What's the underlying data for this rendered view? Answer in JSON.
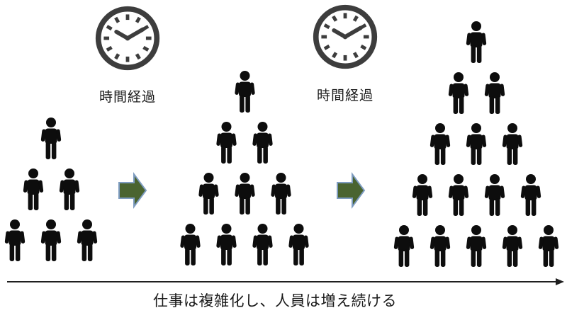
{
  "diagram": {
    "clocks": [
      {
        "label": "時間経過"
      },
      {
        "label": "時間経過"
      }
    ],
    "pyramids": [
      {
        "name": "stage-1",
        "rows": [
          1,
          2,
          3
        ]
      },
      {
        "name": "stage-2",
        "rows": [
          1,
          2,
          3,
          4
        ]
      },
      {
        "name": "stage-3",
        "rows": [
          1,
          2,
          3,
          4,
          5
        ]
      }
    ],
    "caption": "仕事は複雑化し、人員は増え続ける",
    "colors": {
      "person": "#0d0d0d",
      "clock": "#3d3d3d",
      "arrow_fill": "#4a6430",
      "arrow_border": "#7e9cc0",
      "timeline": "#1f1f1f",
      "text": "#1a1a1a"
    }
  }
}
